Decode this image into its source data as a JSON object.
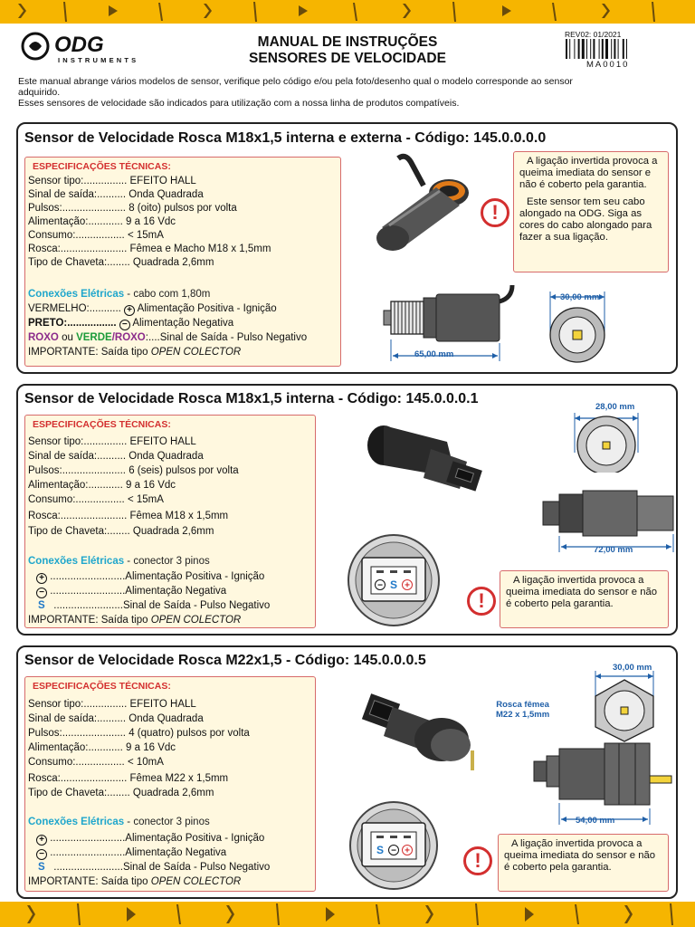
{
  "header": {
    "brand": "ODG",
    "brand_sub": "INSTRUMENTS",
    "title_line1": "MANUAL DE INSTRUÇÕES",
    "title_line2": "SENSORES DE VELOCIDADE",
    "revision": "REV02: 01/2021",
    "doc_code": "MA0010"
  },
  "intro": {
    "line1": "Este manual abrange vários modelos de sensor, verifique pelo código e/ou pela foto/desenho qual o modelo corresponde ao sensor",
    "line2": "adquirido.",
    "line3": "Esses sensores de velocidade são indicados para utilização com a nossa linha de produtos compatíveis."
  },
  "colors": {
    "band": "#f6b500",
    "warning_red": "#d32f2f",
    "spec_bg": "#fff8df",
    "dimension_blue": "#1f5fa8",
    "connection_cyan": "#1fa6cc"
  },
  "sections": [
    {
      "title": "Sensor de Velocidade Rosca M18x1,5 interna e externa - Código: 145.0.0.0.0",
      "spec_heading": "ESPECIFICAÇÕES TÉCNICAS:",
      "specs": [
        {
          "label": "Sensor tipo:...............",
          "value": "EFEITO HALL"
        },
        {
          "label": "Sinal de saída:..........",
          "value": "Onda Quadrada"
        },
        {
          "label": "Pulsos:......................",
          "value": "8 (oito) pulsos por volta"
        },
        {
          "label": "Alimentação:............",
          "value": "9 a 16 Vdc"
        },
        {
          "label": "Consumo:.................",
          "value": "< 15mA"
        },
        {
          "label": "Rosca:.......................",
          "value": "Fêmea e Macho M18 x 1,5mm"
        },
        {
          "label": "Tipo de Chaveta:........",
          "value": "Quadrada 2,6mm"
        }
      ],
      "connections_title": "Conexões Elétricas",
      "connections_extra": " - cabo com 1,80m",
      "conn_rows": [
        {
          "label": "VERMELHO:...........",
          "symbol": "+",
          "text": "Alimentação Positiva - Ignição"
        },
        {
          "label": "PRETO:.................",
          "symbol": "−",
          "text": "Alimentação Negativa"
        }
      ],
      "conn_roxo": "ROXO",
      "conn_ou": " ou ",
      "conn_verde": "VERDE",
      "conn_slash": "/",
      "conn_roxo2": "ROXO",
      "conn_roxo_text": ":....Sinal de Saída - Pulso Negativo",
      "important_label": "IMPORTANTE:",
      "important_text": " Saída tipo ",
      "important_italic": "OPEN COLECTOR",
      "warning_p1": "A ligação invertida provoca a queima imediata do sensor e não é coberto pela garantia.",
      "warning_p2": "Este sensor tem seu cabo alongado na ODG. Siga as cores do cabo alongado para fazer a sua ligação.",
      "dim_length": "65,00 mm",
      "dim_diameter": "30,00 mm"
    },
    {
      "title": "Sensor de Velocidade Rosca M18x1,5 interna - Código: 145.0.0.0.1",
      "spec_heading": "ESPECIFICAÇÕES TÉCNICAS:",
      "specs": [
        {
          "label": "Sensor tipo:...............",
          "value": "EFEITO HALL"
        },
        {
          "label": "Sinal de saída:..........",
          "value": "Onda Quadrada"
        },
        {
          "label": "Pulsos:......................",
          "value": "6 (seis) pulsos por volta"
        },
        {
          "label": "Alimentação:............",
          "value": "9 a 16 Vdc"
        },
        {
          "label": "Consumo:.................",
          "value": "< 15mA"
        },
        {
          "label": "Rosca:.......................",
          "value": "Fêmea M18 x 1,5mm"
        },
        {
          "label": "Tipo de Chaveta:........",
          "value": "Quadrada 2,6mm"
        }
      ],
      "connections_title": "Conexões Elétricas",
      "connections_extra": " - conector 3 pinos",
      "conn_rows": [
        {
          "label": "..........................",
          "symbol": "+",
          "text": "Alimentação Positiva - Ignição"
        },
        {
          "label": "..........................",
          "symbol": "−",
          "text": "Alimentação Negativa"
        },
        {
          "label": "........................",
          "symbol": "S",
          "text": "Sinal de Saída - Pulso Negativo"
        }
      ],
      "important_label": "IMPORTANTE:",
      "important_text": " Saída tipo ",
      "important_italic": "OPEN COLECTOR",
      "warning_p1": "A ligação invertida provoca a queima imediata do sensor e não é coberto pela garantia.",
      "dim_length": "72,00 mm",
      "dim_diameter": "28,00 mm",
      "pin_order": [
        "−",
        "S",
        "+"
      ]
    },
    {
      "title": "Sensor de Velocidade Rosca M22x1,5 - Código: 145.0.0.0.5",
      "spec_heading": "ESPECIFICAÇÕES TÉCNICAS:",
      "specs": [
        {
          "label": "Sensor tipo:...............",
          "value": "EFEITO HALL"
        },
        {
          "label": "Sinal de saída:..........",
          "value": "Onda Quadrada"
        },
        {
          "label": "Pulsos:......................",
          "value": "4 (quatro) pulsos por volta"
        },
        {
          "label": "Alimentação:............",
          "value": "9 a 16 Vdc"
        },
        {
          "label": "Consumo:.................",
          "value": "< 10mA"
        },
        {
          "label": "Rosca:.......................",
          "value": "Fêmea M22 x 1,5mm"
        },
        {
          "label": "Tipo de Chaveta:........",
          "value": "Quadrada 2,6mm"
        }
      ],
      "connections_title": "Conexões Elétricas",
      "connections_extra": " - conector 3 pinos",
      "conn_rows": [
        {
          "label": "..........................",
          "symbol": "+",
          "text": "Alimentação Positiva - Ignição"
        },
        {
          "label": "..........................",
          "symbol": "−",
          "text": "Alimentação Negativa"
        },
        {
          "label": "........................",
          "symbol": "S",
          "text": "Sinal de Saída - Pulso Negativo"
        }
      ],
      "important_label": "IMPORTANTE:",
      "important_text": " Saída tipo ",
      "important_italic": "OPEN COLECTOR",
      "warning_p1": "A ligação invertida provoca a queima imediata do sensor e não é coberto pela garantia.",
      "dim_length": "54,00 mm",
      "dim_diameter": "30,00 mm",
      "thread_label_1": "Rosca fêmea",
      "thread_label_2": "M22 x 1,5mm",
      "pin_order": [
        "S",
        "−",
        "+"
      ]
    }
  ]
}
